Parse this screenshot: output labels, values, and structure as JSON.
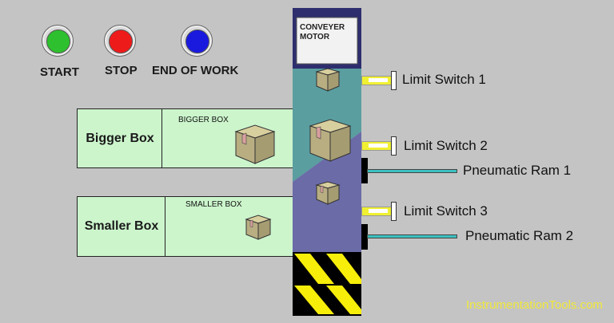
{
  "controls": {
    "buttons": [
      {
        "label": "START",
        "color": "#2ec02e"
      },
      {
        "label": "STOP",
        "color": "#ee1b1b"
      },
      {
        "label": "END OF WORK",
        "color": "#1a1adf"
      }
    ]
  },
  "conveyor": {
    "motor_label_line1": "CONVEYER",
    "motor_label_line2": "MOTOR",
    "colors": {
      "header": "#2e2e6e",
      "upper_belt": "#5a9ea0",
      "lower_belt": "#6b6ba8",
      "hazard_yellow": "#f7ee0a",
      "hazard_black": "#000000"
    }
  },
  "bins": [
    {
      "name": "Bigger Box",
      "caption": "BIGGER BOX"
    },
    {
      "name": "Smaller Box",
      "caption": "SMALLER BOX"
    }
  ],
  "sensors": [
    {
      "label": "Limit Switch 1"
    },
    {
      "label": "Limit Switch 2"
    },
    {
      "label": "Limit Switch 3"
    }
  ],
  "actuators": [
    {
      "label": "Pneumatic Ram 1"
    },
    {
      "label": "Pneumatic Ram 2"
    }
  ],
  "watermark": "InstrumentationTools.com"
}
